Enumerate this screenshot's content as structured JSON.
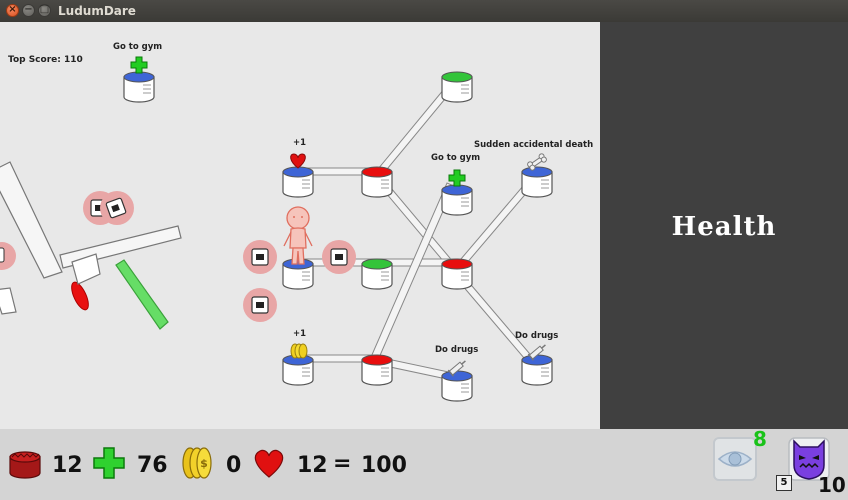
{
  "window": {
    "title": "LudumDare",
    "close_glyph": "×",
    "min_glyph": "−",
    "max_glyph": "□"
  },
  "hud": {
    "top_score": "Top Score: 110"
  },
  "board": {
    "labels": {
      "gym_topleft": "Go to gym",
      "plus_heart": "+1",
      "plus_coin": "+1",
      "gym_mid": "Go to gym",
      "sudden_death": "Sudden accidental death",
      "drugs_1": "Do drugs",
      "drugs_2": "Do drugs"
    },
    "colors": {
      "node_blue": "#3e65d6",
      "node_red": "#e80e0e",
      "node_green": "#33c43a",
      "card_ring": "#e8a6a6",
      "stickman": "#f2b0a6"
    }
  },
  "side_panel": {
    "title": "Health",
    "background": "#404040"
  },
  "resources": {
    "cake": {
      "icon": "cake-icon",
      "value": "12",
      "color": "#b51a1a"
    },
    "health": {
      "icon": "green-cross-icon",
      "value": "76",
      "color": "#2fd12f"
    },
    "coins": {
      "icon": "gold-coins-icon",
      "value": "0",
      "color": "#f0d020"
    },
    "hearts": {
      "icon": "heart-icon",
      "value": "12",
      "color": "#e01010"
    },
    "equals": "=",
    "total": "100"
  },
  "cards": {
    "eye": {
      "icon": "eye-icon",
      "count": "8",
      "count_color": "#19c219"
    },
    "demon": {
      "icon": "demon-icon",
      "count": "10",
      "small_count": "5",
      "color": "#7a3fe0"
    }
  }
}
